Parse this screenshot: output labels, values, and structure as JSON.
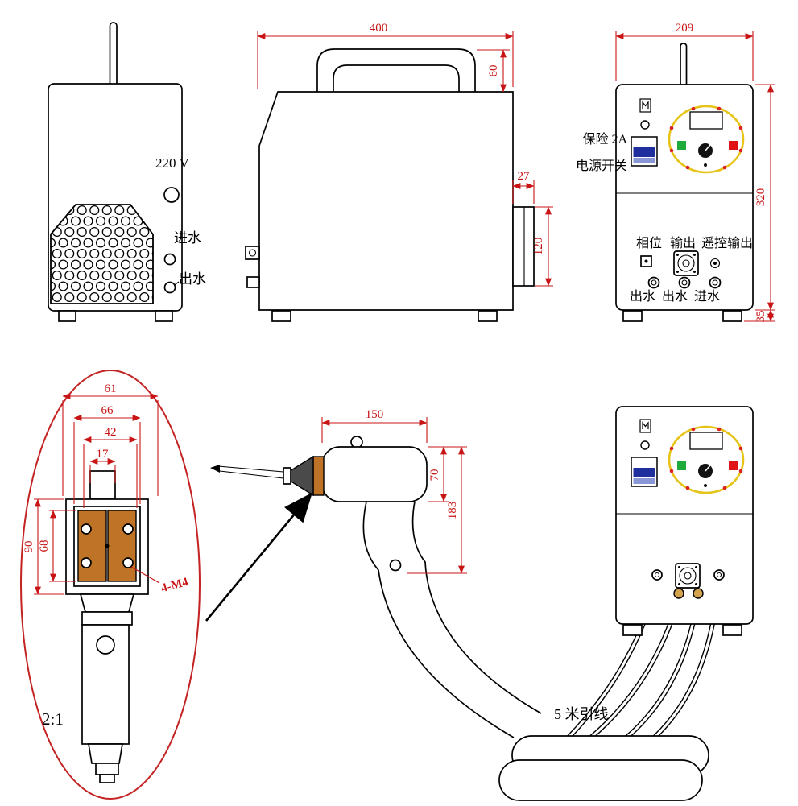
{
  "colors": {
    "outline": "#000000",
    "dimension_red": "#c81414",
    "detail_circle_red": "#c42323",
    "dial_yellow": "#e6c317",
    "pad_orange": "#bf7326",
    "lug_tan": "#d2a24c",
    "switch_blue": "#1f2f9e",
    "button_green": "#1faa3c",
    "button_red": "#e01414"
  },
  "back_view": {
    "voltage_label": "220 V",
    "water_in_label": "进水",
    "water_out_label": "出水"
  },
  "side_view": {
    "dim_width": "400",
    "dim_handle_height": "60",
    "dim_tab_width": "27",
    "dim_tab_height": "120"
  },
  "front_view": {
    "dim_width": "209",
    "dim_height": "320",
    "dim_foot_height": "35",
    "fuse_label": "保险 2A",
    "power_switch_label": "电源开关",
    "phase_label": "相位",
    "output_label": "输出",
    "remote_output_label": "遥控输出",
    "water_out_label_1": "出水",
    "water_out_label_2": "出水",
    "water_in_label": "进水"
  },
  "detail_view": {
    "scale_label": "2:1",
    "dim_outer_width": "61",
    "dim_plate_width": "66",
    "dim_pad_width": "42",
    "dim_tip_width": "17",
    "dim_block_height": "90",
    "dim_pad_height": "68",
    "thread_label": "4-M4"
  },
  "gun_view": {
    "dim_length": "150",
    "dim_body_height": "70",
    "dim_total_height": "183",
    "cable_label": "5 米引线"
  }
}
